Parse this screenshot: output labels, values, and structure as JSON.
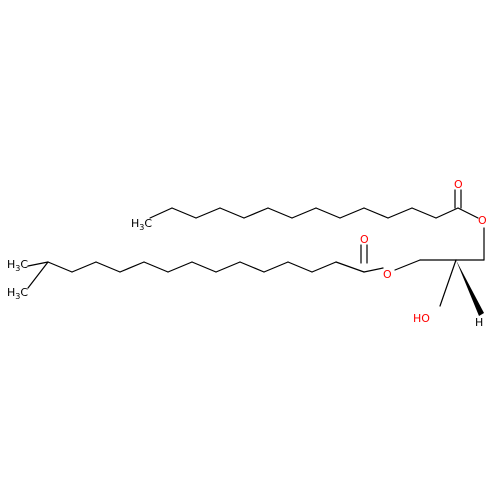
{
  "colors": {
    "bond": "#000000",
    "oxygen": "#ff0000",
    "background": "#ffffff"
  },
  "atoms": {
    "methyl_chain1": {
      "main": "H",
      "sub": "3",
      "tail": "C"
    },
    "methyl_branch_top": {
      "main": "H",
      "sub": "3",
      "tail": "C"
    },
    "methyl_branch_bottom": {
      "main": "H",
      "sub": "3",
      "tail": "C"
    },
    "carbonyl_o1": "O",
    "ester_o1": "O",
    "carbonyl_o2": "O",
    "ester_o2": "O",
    "hydroxyl": "HO",
    "stereo_h": "H"
  }
}
